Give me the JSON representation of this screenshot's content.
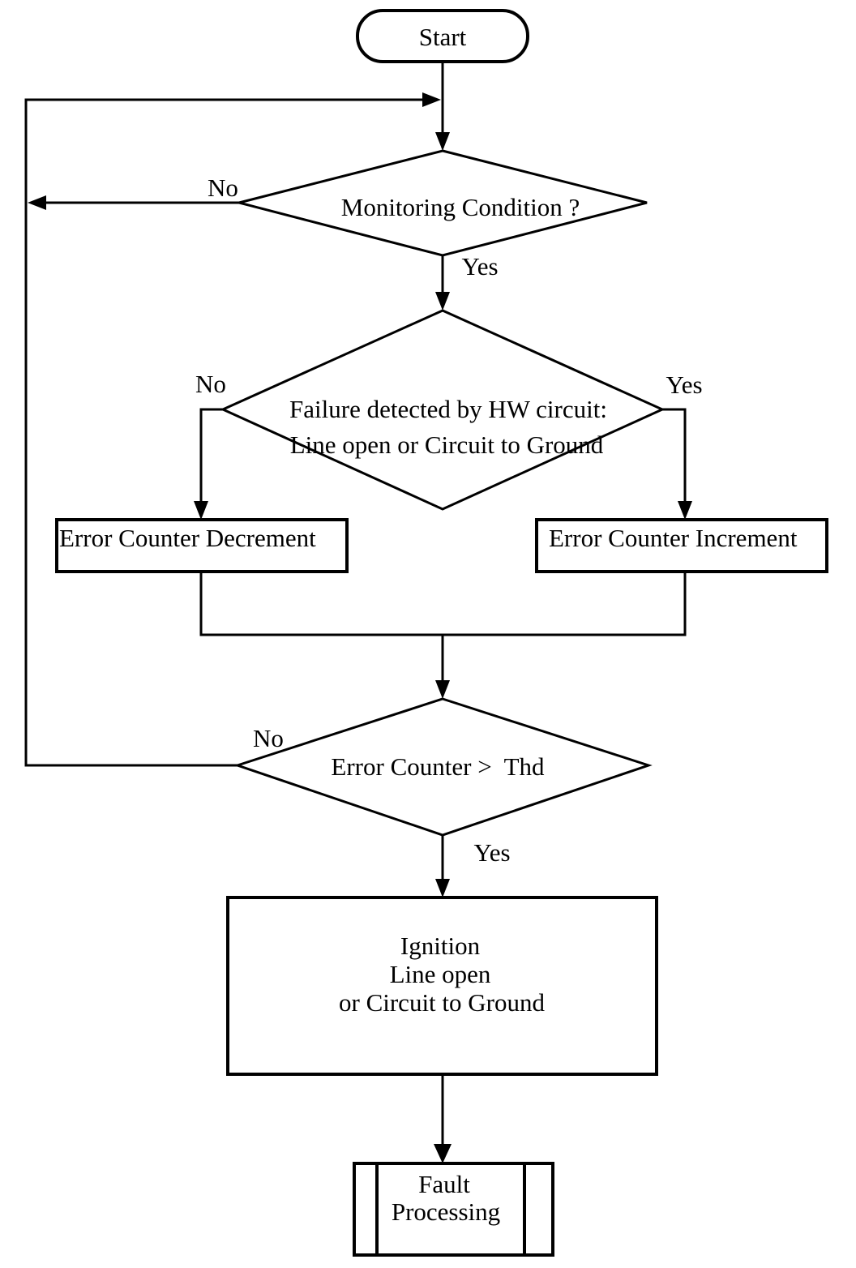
{
  "page": {
    "background_color": "#ffffff",
    "line_color": "#000000",
    "text_color": "#000000"
  },
  "flowchart": {
    "nodes": {
      "start": {
        "type": "terminator",
        "label": "Start"
      },
      "monitoring_condition": {
        "type": "decision",
        "label": "Monitoring Condition ?"
      },
      "failure_detected": {
        "type": "decision",
        "lines": [
          "Failure detected by HW circuit:",
          "Line open or Circuit to Ground"
        ]
      },
      "error_counter_decrement": {
        "type": "process",
        "label": "Error Counter Decrement"
      },
      "error_counter_increment": {
        "type": "process",
        "label": "Error Counter Increment"
      },
      "error_counter_threshold": {
        "type": "decision",
        "label": "Error Counter >  Thd"
      },
      "ignition": {
        "type": "process",
        "lines": [
          "Ignition",
          "Line open",
          "or Circuit to Ground"
        ]
      },
      "fault_processing": {
        "type": "predefined_process",
        "lines": [
          "Fault",
          "Processing"
        ]
      }
    },
    "edges": {
      "monitoring_no": "No",
      "monitoring_yes": "Yes",
      "failure_no": "No",
      "failure_yes": "Yes",
      "threshold_no": "No",
      "threshold_yes": "Yes"
    }
  }
}
